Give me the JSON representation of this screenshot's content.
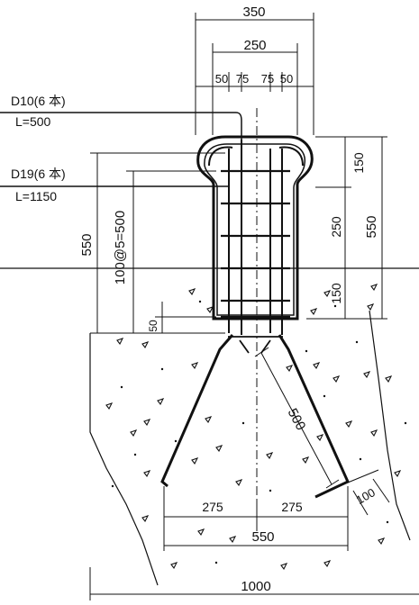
{
  "rebar": {
    "stirrup_label": "D10(6 本)",
    "stirrup_length": "L=500",
    "main_label": "D19(6 本)",
    "main_length": "L=1150"
  },
  "dims": {
    "top_width": "350",
    "inner_width": "250",
    "sub_1": "50",
    "sub_2": "75",
    "sub_3": "75",
    "sub_4": "50",
    "right_150_top": "150",
    "right_250": "250",
    "right_150_bottom": "150",
    "right_total": "550",
    "left_total": "550",
    "spacing": "100@5=500",
    "small_50": "50",
    "diag_500": "500",
    "diag_100": "100",
    "bottom_left": "275",
    "bottom_right": "275",
    "bottom_total": "550",
    "overall_width": "1000"
  }
}
